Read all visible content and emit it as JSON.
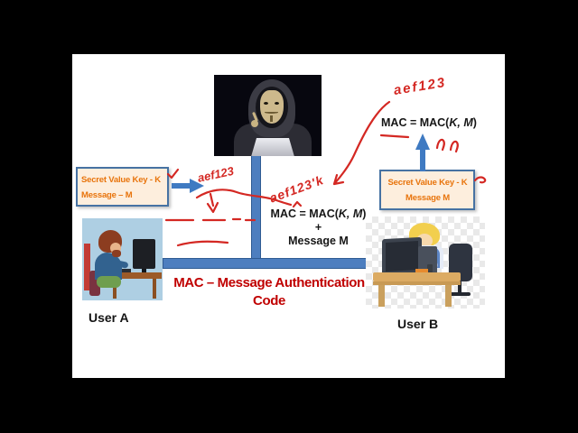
{
  "frame": {
    "background": "#000000"
  },
  "slide": {
    "background": "#ffffff"
  },
  "title": {
    "line1": "MAC – Message Authentication",
    "line2": "Code",
    "color": "#c00000"
  },
  "network": {
    "bus_color": "#4d7ebf",
    "bus_border": "#2f5b93"
  },
  "boxes": {
    "bg": "#fdeedd",
    "border": "#4672a3",
    "text_color": "#e8740c",
    "left": {
      "line1": "Secret Value Key - K",
      "line2": "Message – M"
    },
    "right": {
      "line1": "Secret Value Key - K",
      "line2": "Message M"
    }
  },
  "formula_center": {
    "pre": "MAC = MAC(",
    "args": "K, M",
    "post": ")",
    "plus": "+",
    "line2": "Message M"
  },
  "formula_top": {
    "pre": "MAC = MAC(",
    "args": "K, M",
    "post": ")"
  },
  "annotations": {
    "color": "#d42823",
    "hand_left": "aef123",
    "hand_mid": "aef123'k",
    "hand_top": "aef123"
  },
  "users": {
    "a_label": "User A",
    "b_label": "User B"
  },
  "icons": {
    "arrow_right": "blue right arrow",
    "arrow_up": "blue up arrow",
    "checkmark": "red check",
    "down_arrow": "red down arrow"
  }
}
